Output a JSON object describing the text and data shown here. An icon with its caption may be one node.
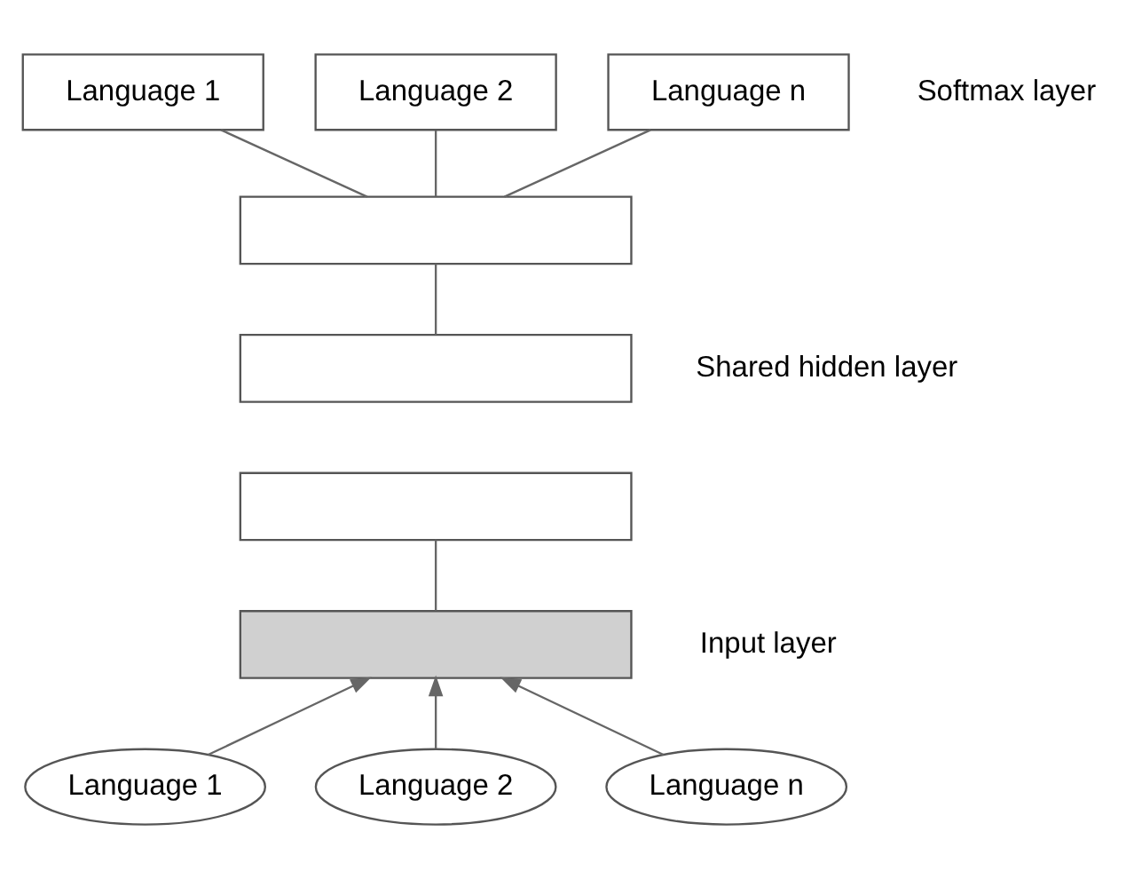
{
  "diagram": {
    "nodes": [
      {
        "text": [
          "Language 1"
        ]
      },
      {
        "text": [
          "Language 2"
        ]
      },
      {
        "text": [
          "Language n"
        ]
      },
      {
        "text": [],
        "shape": "box"
      },
      {
        "text": [],
        "shape": "box"
      },
      {
        "text": [],
        "shape": "box"
      },
      {
        "text": [],
        "shape": "box"
      },
      {
        "text": [
          "Language 1"
        ]
      },
      {
        "text": [
          "Language 2"
        ]
      },
      {
        "text": [
          "Language n"
        ]
      }
    ],
    "edges": [
      {
        "from": 3,
        "to": 0,
        "arrow": "none"
      },
      {
        "from": 3,
        "to": 1,
        "arrow": "none"
      },
      {
        "from": 3,
        "to": 2,
        "arrow": "none"
      },
      {
        "from": 4,
        "to": 3,
        "arrow": "none"
      },
      {
        "from": 6,
        "to": 5,
        "arrow": "none"
      },
      {
        "from": 7,
        "to": 6,
        "arrow": "to"
      },
      {
        "from": 8,
        "to": 6,
        "arrow": "to"
      },
      {
        "from": 9,
        "to": 6,
        "arrow": "to"
      }
    ],
    "labels": [
      "Softmax layer",
      "Shared hidden layer",
      "Input layer"
    ]
  }
}
